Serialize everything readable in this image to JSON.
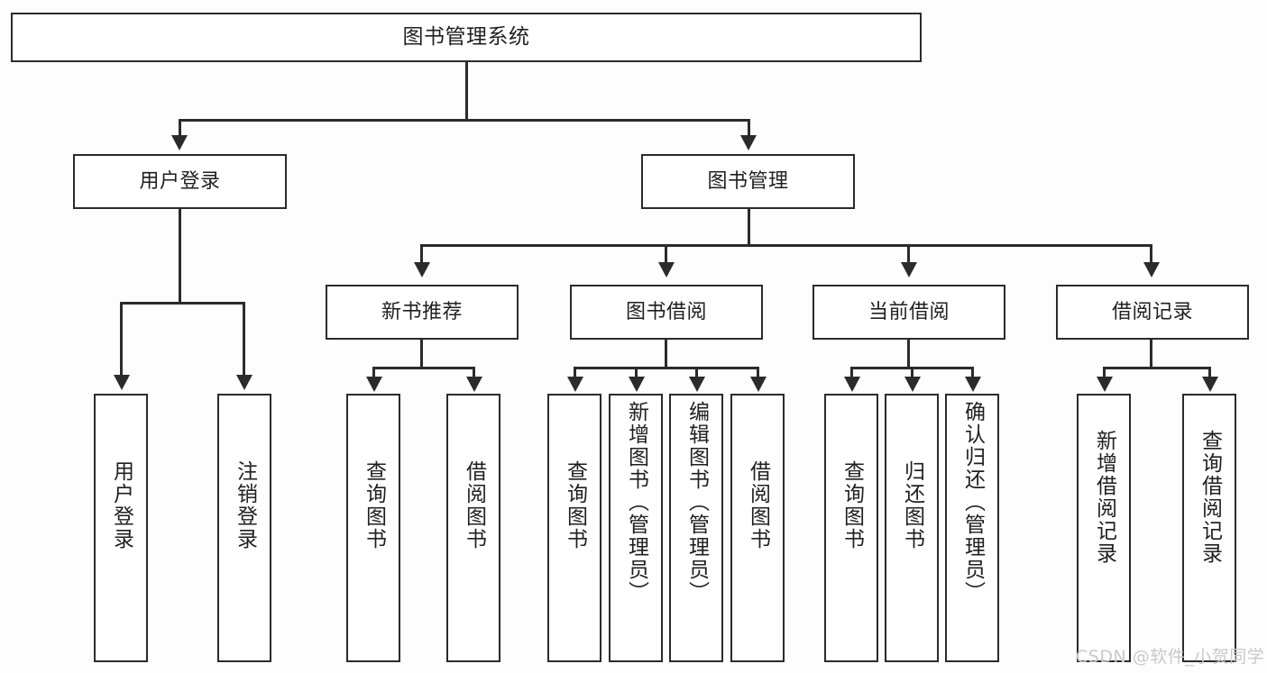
{
  "diagram": {
    "title": "图书管理系统",
    "root": {
      "id": "root",
      "label": "图书管理系统"
    },
    "level2": [
      {
        "id": "user-login",
        "label": "用户登录"
      },
      {
        "id": "book-management",
        "label": "图书管理"
      }
    ],
    "level3": [
      {
        "id": "new-book-recommend",
        "label": "新书推荐"
      },
      {
        "id": "book-borrow",
        "label": "图书借阅"
      },
      {
        "id": "current-borrow",
        "label": "当前借阅"
      },
      {
        "id": "borrow-record",
        "label": "借阅记录"
      }
    ],
    "leaves": {
      "user_login": [
        {
          "id": "leaf-user-login",
          "label": "用户登录"
        },
        {
          "id": "leaf-logout-login",
          "label": "注销登录"
        }
      ],
      "new_book_recommend": [
        {
          "id": "leaf-query-book-1",
          "label": "查询图书"
        },
        {
          "id": "leaf-borrow-book-1",
          "label": "借阅图书"
        }
      ],
      "book_borrow": [
        {
          "id": "leaf-query-book-2",
          "label": "查询图书"
        },
        {
          "id": "leaf-add-book",
          "label": "新增图书（管理员）"
        },
        {
          "id": "leaf-edit-book",
          "label": "编辑图书（管理员）"
        },
        {
          "id": "leaf-borrow-book-2",
          "label": "借阅图书"
        }
      ],
      "current_borrow": [
        {
          "id": "leaf-query-book-3",
          "label": "查询图书"
        },
        {
          "id": "leaf-return-book",
          "label": "归还图书"
        },
        {
          "id": "leaf-confirm-return",
          "label": "确认归还（管理员）"
        }
      ],
      "borrow_record": [
        {
          "id": "leaf-add-record",
          "label": "新增借阅记录"
        },
        {
          "id": "leaf-query-record",
          "label": "查询借阅记录"
        }
      ]
    }
  },
  "watermark": {
    "text": "CSDN @软件_小贺同学"
  },
  "colors": {
    "stroke": "#2b2b2b",
    "box_fill": "#ffffff",
    "text": "#1f1f1f",
    "background": "#fdfdfd",
    "watermark": "#c9c9c9"
  }
}
